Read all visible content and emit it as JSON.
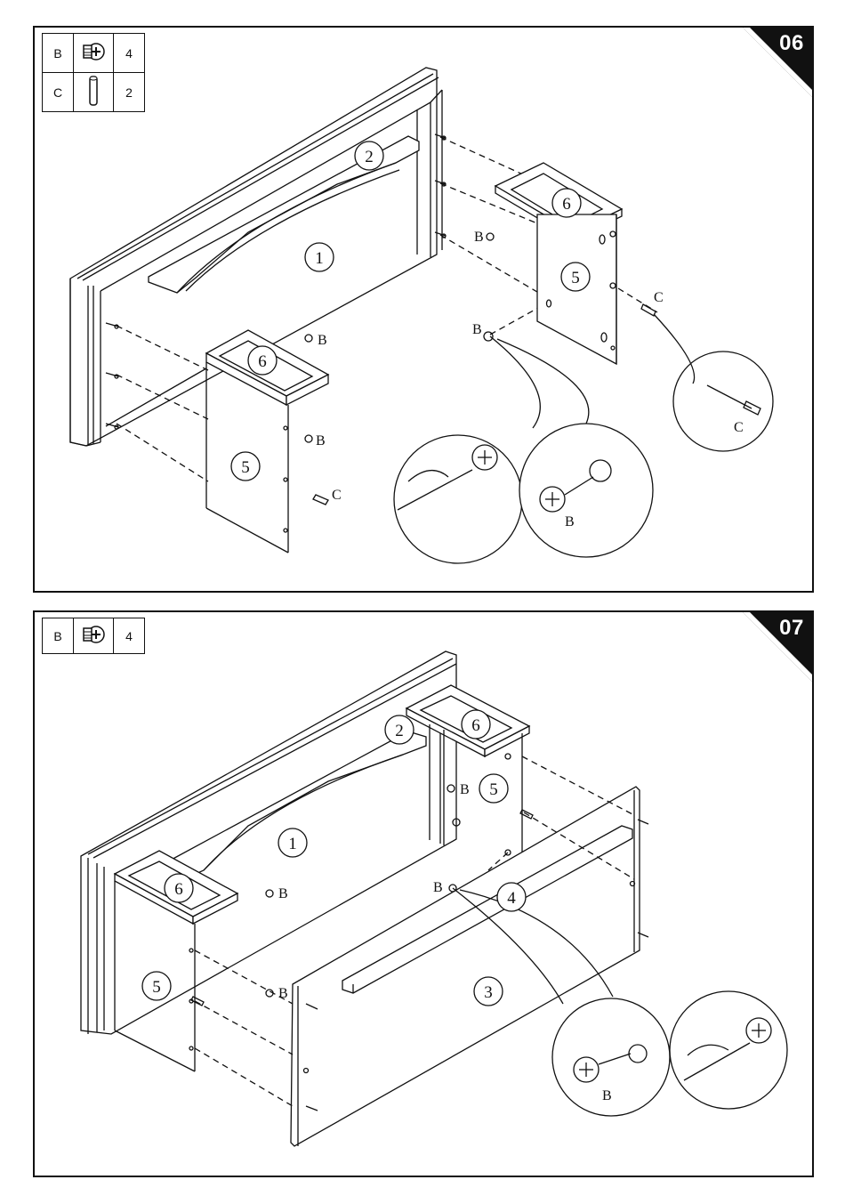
{
  "steps": [
    {
      "number": "06",
      "parts": [
        {
          "letter": "B",
          "icon": "cam-lock-icon",
          "qty": "4"
        },
        {
          "letter": "C",
          "icon": "dowel-icon",
          "qty": "2"
        }
      ],
      "callouts": {
        "p1": "1",
        "p2": "2",
        "p5a": "5",
        "p5b": "5",
        "p6a": "6",
        "p6b": "6"
      },
      "hardware": {
        "B": "B",
        "C": "C"
      }
    },
    {
      "number": "07",
      "parts": [
        {
          "letter": "B",
          "icon": "cam-lock-icon",
          "qty": "4"
        }
      ],
      "callouts": {
        "p1": "1",
        "p2": "2",
        "p3": "3",
        "p4": "4",
        "p5a": "5",
        "p5b": "5",
        "p6a": "6",
        "p6b": "6"
      },
      "hardware": {
        "B": "B"
      }
    }
  ],
  "colors": {
    "line": "#111111",
    "badge": "#111111",
    "background": "#ffffff"
  }
}
